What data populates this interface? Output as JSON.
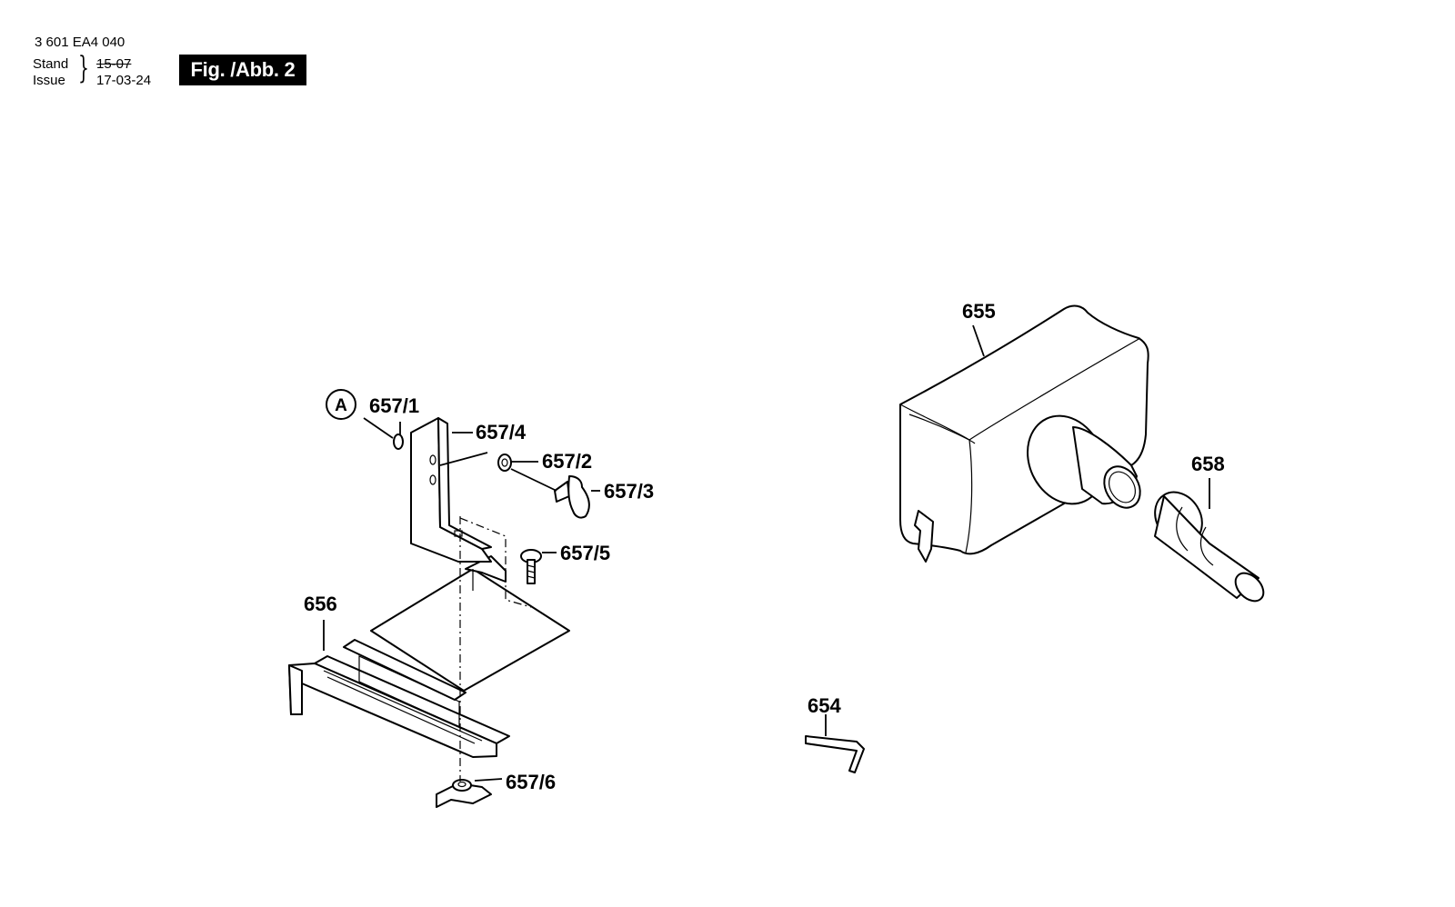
{
  "header": {
    "part_number": "3 601 EA4 040",
    "stand_label": "Stand",
    "issue_label": "Issue",
    "old_date": "15-07",
    "new_date": "17-03-24",
    "figure_label": "Fig. /Abb. 2"
  },
  "callouts": {
    "detail_marker": "A",
    "p657_1": "657/1",
    "p657_4": "657/4",
    "p657_2": "657/2",
    "p657_3": "657/3",
    "p657_5": "657/5",
    "p656": "656",
    "p657_6": "657/6",
    "p655": "655",
    "p658": "658",
    "p654": "654"
  }
}
